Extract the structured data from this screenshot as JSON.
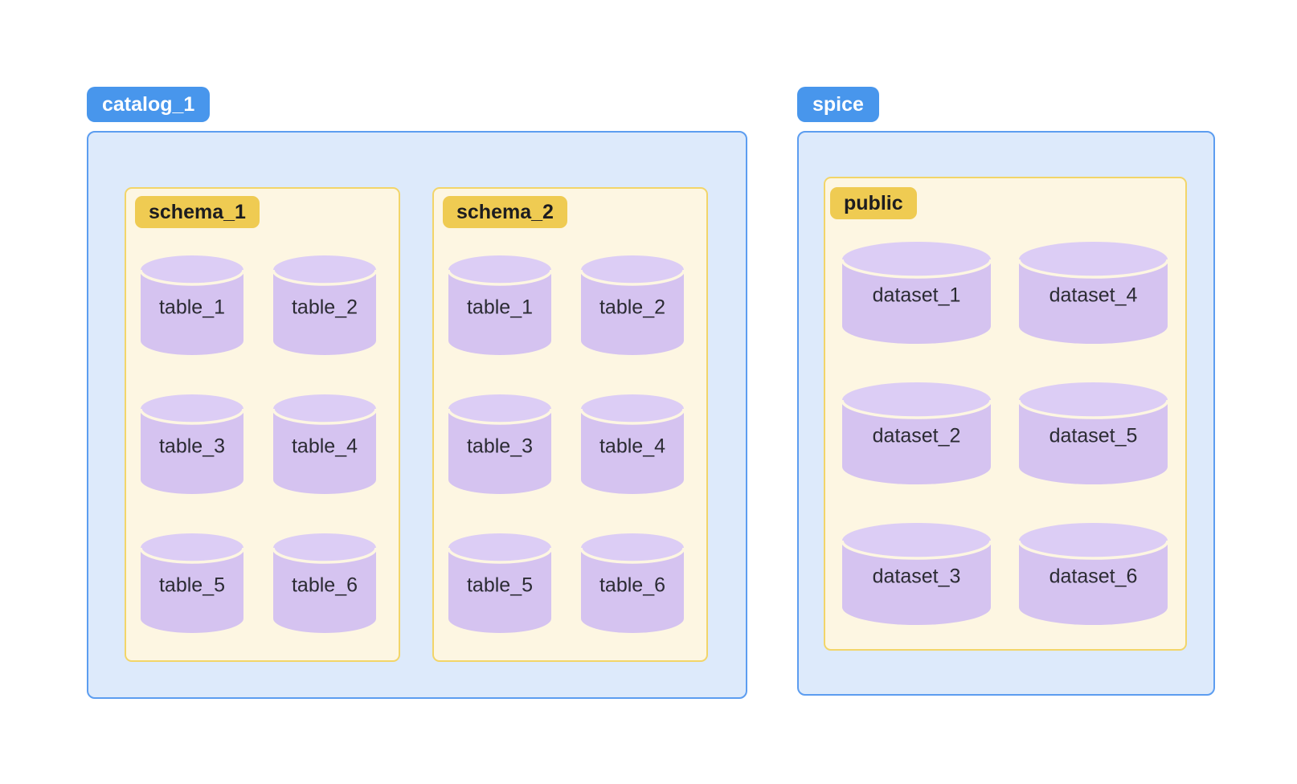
{
  "page": {
    "background": "#FFFFFF"
  },
  "colors": {
    "catalog_badge_bg": "#4896EC",
    "catalog_badge_text": "#FFFFFF",
    "catalog_box_border": "#5C9DF0",
    "catalog_box_bg": "#DDEAFB",
    "schema_badge_bg": "#EFCB52",
    "schema_badge_text": "#1C1C20",
    "schema_box_border": "#F2D569",
    "schema_box_bg": "#FDF6E2",
    "cylinder_body": "#D5C3F0",
    "cylinder_top": "#DCCDF5",
    "cylinder_separator": "#FDF6E2",
    "cylinder_label_text": "#2B2B33"
  },
  "diagram": {
    "catalogs": [
      {
        "label": "catalog_1",
        "schemas": [
          {
            "label": "schema_1",
            "items": [
              "table_1",
              "table_2",
              "table_3",
              "table_4",
              "table_5",
              "table_6"
            ]
          },
          {
            "label": "schema_2",
            "items": [
              "table_1",
              "table_2",
              "table_3",
              "table_4",
              "table_5",
              "table_6"
            ]
          }
        ]
      },
      {
        "label": "spice",
        "schemas": [
          {
            "label": "public",
            "items": [
              "dataset_1",
              "dataset_2",
              "dataset_3",
              "dataset_4",
              "dataset_5",
              "dataset_6"
            ]
          }
        ]
      }
    ]
  }
}
